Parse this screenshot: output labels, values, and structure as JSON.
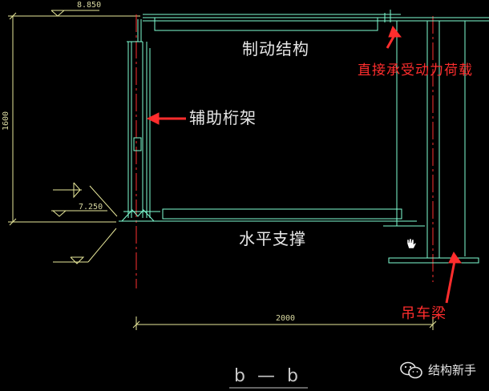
{
  "labels": {
    "brake_structure": "制动结构",
    "direct_dynamic_load": "直接承受动力荷载",
    "auxiliary_truss": "辅助桁架",
    "horizontal_bracing": "水平支撑",
    "crane_beam": "吊车梁",
    "section_mark": "b — b"
  },
  "dimensions": {
    "elev_top": "8.850",
    "elev_bottom": "7.250",
    "height": "1600",
    "width": "2000"
  },
  "watermark": {
    "text": "结构新手",
    "icon": "wechat-icon"
  },
  "colors": {
    "background": "#000000",
    "steel_lines": "#7fffd4",
    "dim_lines": "#e8e89a",
    "axis_lines": "#ff3030",
    "annotation": "#ff2d2d"
  }
}
